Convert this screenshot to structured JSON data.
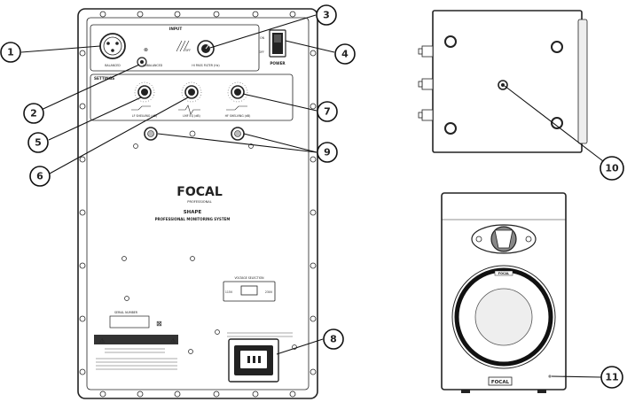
{
  "panel": {
    "input_label": "INPUT",
    "balanced": "BALANCED",
    "unbalanced": "UNBALANCED",
    "hp_filter": "HI PASS FILTER (Hz)",
    "hp_off": "OFF",
    "power": "POWER",
    "on": "ON",
    "off": "OFF",
    "settings": "SETTINGS",
    "lf_shelving": "LF SHELVING (dB)",
    "lmf_eq": "LMF EQ (dB)",
    "hf_shelving": "HF SHELVING (dB)",
    "voltage_selection": "VOLTAGE SELECTION",
    "v115": "115V",
    "v230": "230V",
    "serial": "SERIAL NUMBER",
    "brand": "FOCAL",
    "brand_sub": "PROFESSIONAL",
    "model": "SHAPE",
    "subtitle": "PROFESSIONAL MONITORING SYSTEM",
    "front_brand": "FOCAL",
    "front_badge": "FOCAL"
  },
  "callouts": [
    "1",
    "2",
    "3",
    "4",
    "5",
    "6",
    "7",
    "8",
    "9",
    "10",
    "11"
  ]
}
